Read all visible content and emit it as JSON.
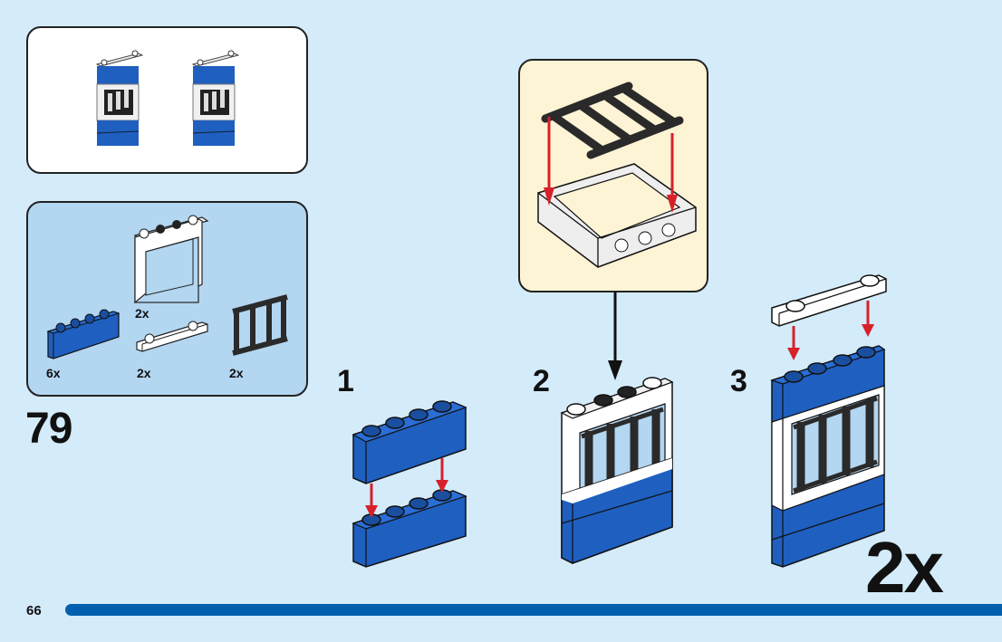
{
  "page": {
    "number": "66",
    "step_number": "79",
    "multiplier": "2x",
    "accent_color": "#0060ad",
    "background_color": "#d4ebfa"
  },
  "result_panel": {
    "items": [
      {
        "name": "window-assembly",
        "count": 2
      }
    ]
  },
  "parts_list": {
    "items": [
      {
        "part": "white-window-frame-1x4x3",
        "quantity": "2x",
        "color": "#ffffff"
      },
      {
        "part": "blue-brick-1x4",
        "quantity": "6x",
        "color": "#1f5fc0"
      },
      {
        "part": "white-plate-1x4-two-studs",
        "quantity": "2x",
        "color": "#ffffff"
      },
      {
        "part": "black-window-bars",
        "quantity": "2x",
        "color": "#2a2a2a"
      }
    ]
  },
  "sub_assembly": {
    "description": "Insert black bars into white window frame",
    "background_color": "#fdf3d5"
  },
  "steps": [
    {
      "label": "1",
      "description": "Stack two blue 1x4 bricks"
    },
    {
      "label": "2",
      "description": "Place window frame on blue bricks"
    },
    {
      "label": "3",
      "description": "Add blue brick and white plate on top"
    }
  ],
  "colors": {
    "brick_blue": "#1f5fc0",
    "arrow_red": "#d8202a",
    "outline": "#111111"
  }
}
